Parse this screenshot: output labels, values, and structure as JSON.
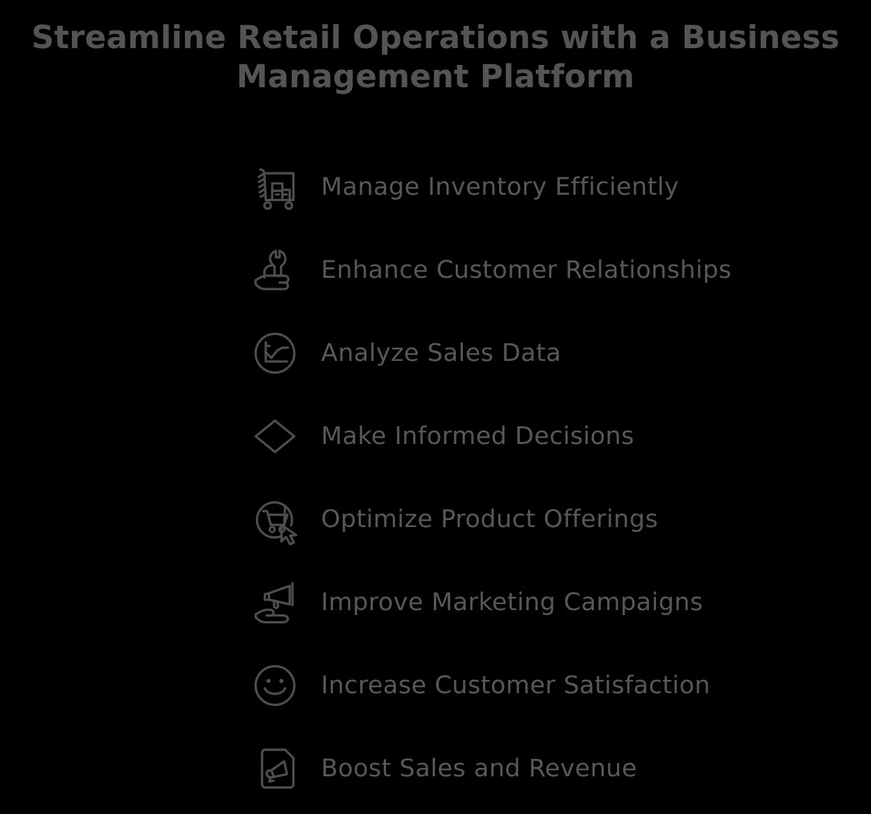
{
  "theme": {
    "background": "#000000",
    "title_color": "#545454",
    "label_color": "#585858",
    "icon_color": "#4e4e4e"
  },
  "header": {
    "title": "Streamline Retail Operations with a Business Management Platform",
    "title_lines": [
      "Streamline Retail Operations with a Business",
      "Management Platform"
    ]
  },
  "list": {
    "items": [
      {
        "label": "Manage Inventory Efficiently",
        "icon": "inventory-cart-icon"
      },
      {
        "label": "Enhance Customer Relationships",
        "icon": "hand-wrench-icon"
      },
      {
        "label": "Analyze Sales Data",
        "icon": "line-chart-circle-icon"
      },
      {
        "label": "Make Informed Decisions",
        "icon": "diamond-decision-icon"
      },
      {
        "label": "Optimize Product Offerings",
        "icon": "shopping-cart-cursor-icon"
      },
      {
        "label": "Improve Marketing Campaigns",
        "icon": "hand-megaphone-icon"
      },
      {
        "label": "Increase Customer Satisfaction",
        "icon": "smiley-face-icon"
      },
      {
        "label": "Boost Sales and Revenue",
        "icon": "document-megaphone-icon"
      }
    ]
  }
}
